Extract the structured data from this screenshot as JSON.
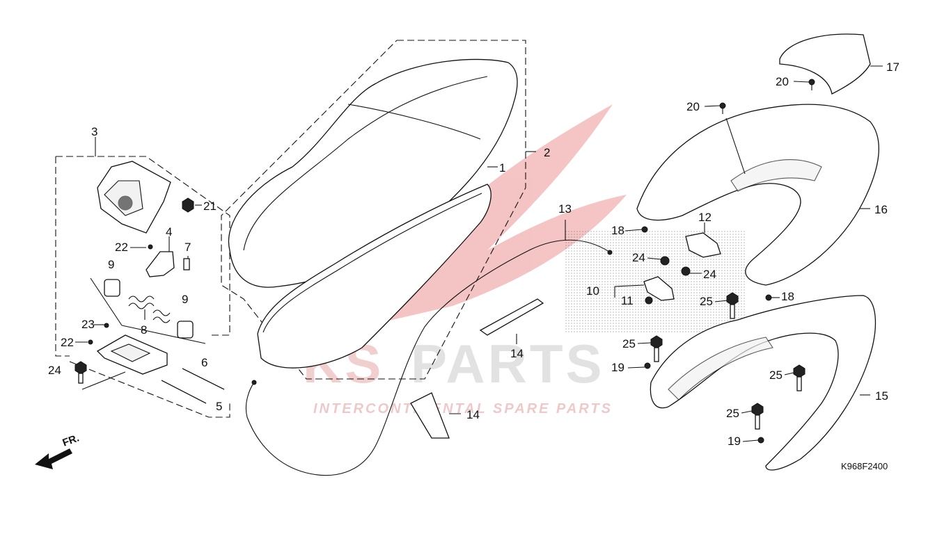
{
  "watermark": {
    "brand_left": "KS",
    "brand_right": "PARTS",
    "tagline": "INTERCONTINENTAL SPARE PARTS"
  },
  "direction_label": "FR.",
  "ref_code": "K968F2400",
  "callouts": {
    "c1": "1",
    "c2": "2",
    "c3": "3",
    "c4": "4",
    "c5": "5",
    "c6": "6",
    "c7": "7",
    "c8": "8",
    "c9a": "9",
    "c9b": "9",
    "c10": "10",
    "c11": "11",
    "c12": "12",
    "c13": "13",
    "c14a": "14",
    "c14b": "14",
    "c15": "15",
    "c16": "16",
    "c17": "17",
    "c18a": "18",
    "c18b": "18",
    "c19a": "19",
    "c19b": "19",
    "c20a": "20",
    "c20b": "20",
    "c21": "21",
    "c22a": "22",
    "c22b": "22",
    "c23": "23",
    "c24a": "24",
    "c24b": "24",
    "c24c": "24",
    "c25a": "25",
    "c25b": "25",
    "c25c": "25",
    "c25d": "25"
  }
}
